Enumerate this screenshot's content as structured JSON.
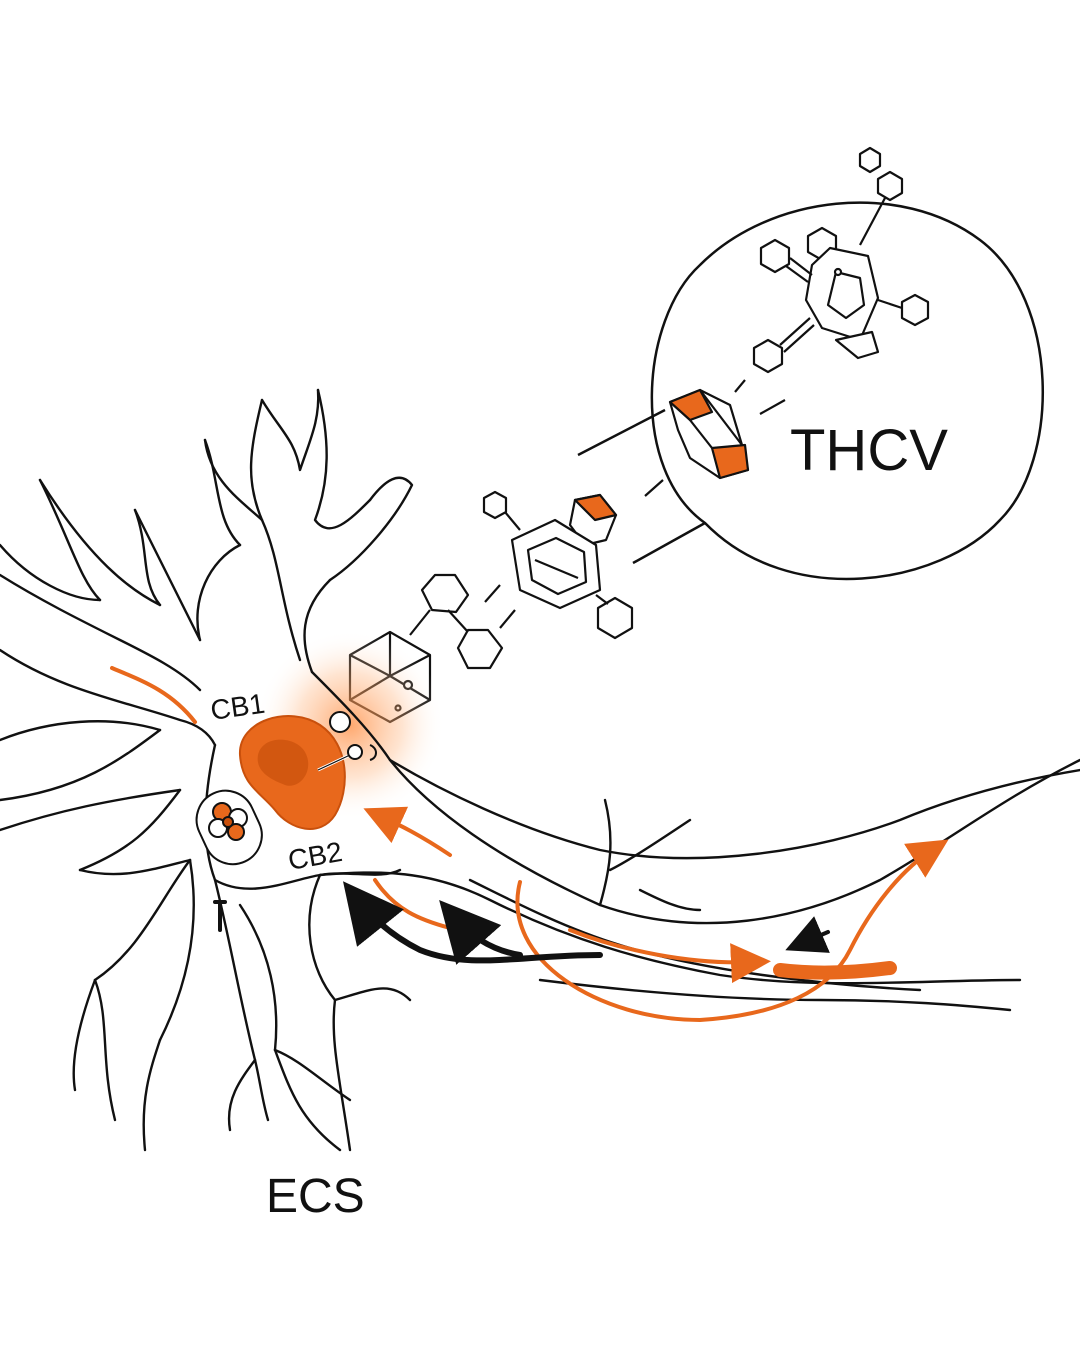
{
  "labels": {
    "molecule": "THCV",
    "receptor_1": "CB1",
    "receptor_2": "CB2",
    "system": "ECS"
  },
  "colors": {
    "accent": "#e8681c",
    "accent_dark": "#c9500c",
    "line": "#111111",
    "background": "#ffffff"
  },
  "icons": [
    "neuron-outline",
    "receptor-blob",
    "molecule-hexagons",
    "zoom-circle",
    "signal-arrows"
  ]
}
